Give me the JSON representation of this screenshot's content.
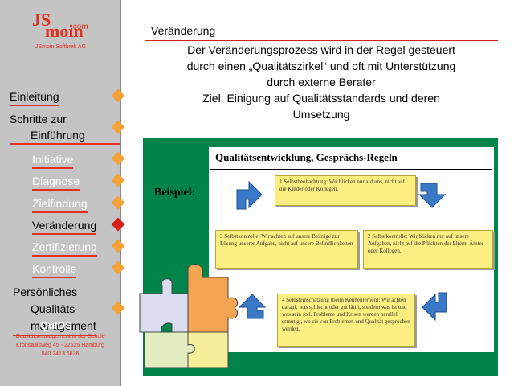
{
  "logo": {
    "com": ".com",
    "js": "JS",
    "moin": "moin",
    "subtitle": "JSmoin Softbrek AG"
  },
  "sidebar": {
    "items": [
      {
        "label": "Einleitung"
      },
      {
        "label": "Schritte zur",
        "label2": "Einführung"
      }
    ],
    "subitems": [
      {
        "label": "Initiative"
      },
      {
        "label": "Diagnose"
      },
      {
        "label": "Zielfindung"
      },
      {
        "label": "Veränderung",
        "active": true
      },
      {
        "label": "Zertifizierung"
      },
      {
        "label": "Kontrolle"
      }
    ],
    "bottom_item": {
      "l1": "Persönliches",
      "l2": "Qualitäts-",
      "l3": "management"
    },
    "footer": {
      "title": "QuIDS",
      "line1": "Qualitätsmanagement in der Schule",
      "line2": "Kronsaalsweg 45 - 22525 Hamburg",
      "line3": "040 2413 6836"
    }
  },
  "slide": {
    "title": "Veränderung",
    "line1": "Der Veränderungsprozess wird in der Regel gesteuert",
    "line2": "durch einen „Qualitätszirkel“ und oft mit Unterstützung",
    "line3": "durch externe Berater",
    "line4": "Ziel: Einigung auf Qualitätsstandards und deren",
    "line5": "Umsetzung"
  },
  "example": {
    "label": "Beispiel:",
    "title": "Qualitätsentwicklung, Gesprächs-Regeln",
    "boxes": [
      {
        "text": "1 Selbstbeobachtung: Wir blicken nur auf uns, nicht auf die Kinder oder Kollegen."
      },
      {
        "text": "3 Selbstkontrolle: Wir achten auf unsere Beiträge zur Lösung unserer Aufgabe, nicht auf unsere Befindlichkeiten"
      },
      {
        "text": "2 Selbstkontrolle: Wir blicken nur auf unsere Aufgaben, nicht auf die Pflichten der Eltern, Ämter oder Kollegen."
      },
      {
        "text": "4 Selbsteinschätzung (beim Kennenlernen): Wir achten darauf, was schlecht oder gut läuft, sondern was ist und was sein soll. Probleme und Krisen werden parallel ermutigt, wo sie von Problemen und Qualität gesprochen werden."
      }
    ]
  },
  "colors": {
    "sidebar": "#c4c4c4",
    "accent": "#e0301e",
    "diamond": "#f4a23a",
    "panel": "#00844a",
    "box": "#fcef82",
    "arrow": "#3a78c8"
  },
  "icons": [
    "puzzle-icon",
    "cycle-arrow-icon"
  ]
}
